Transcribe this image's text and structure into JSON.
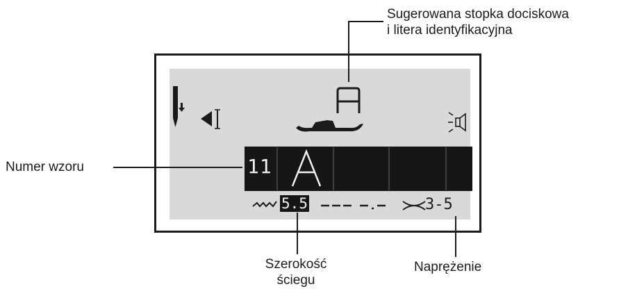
{
  "callouts": {
    "foot_line1": "Sugerowana stopka dociskowa",
    "foot_line2": "i litera identyfikacyjna",
    "pattern_number": "Numer wzoru",
    "stitch_width_line1": "Szerokość",
    "stitch_width_line2": "ściegu",
    "tension": "Naprężenie"
  },
  "display": {
    "suggested_foot_letter": "A",
    "pattern_number": "11",
    "pattern_letter": "A",
    "stitch_width": "5.5",
    "tension": "3-5"
  },
  "icons": {
    "needle": "needle-down-icon",
    "reverse": "reverse-stitch-icon",
    "foot": "presser-foot-icon",
    "sound": "sound-icon",
    "zigzag": "zigzag-icon",
    "tension": "tension-icon"
  },
  "colors": {
    "lcd_background": "#d9d9d9",
    "lcd_bar": "#161616",
    "ink": "#1a1a1a"
  }
}
